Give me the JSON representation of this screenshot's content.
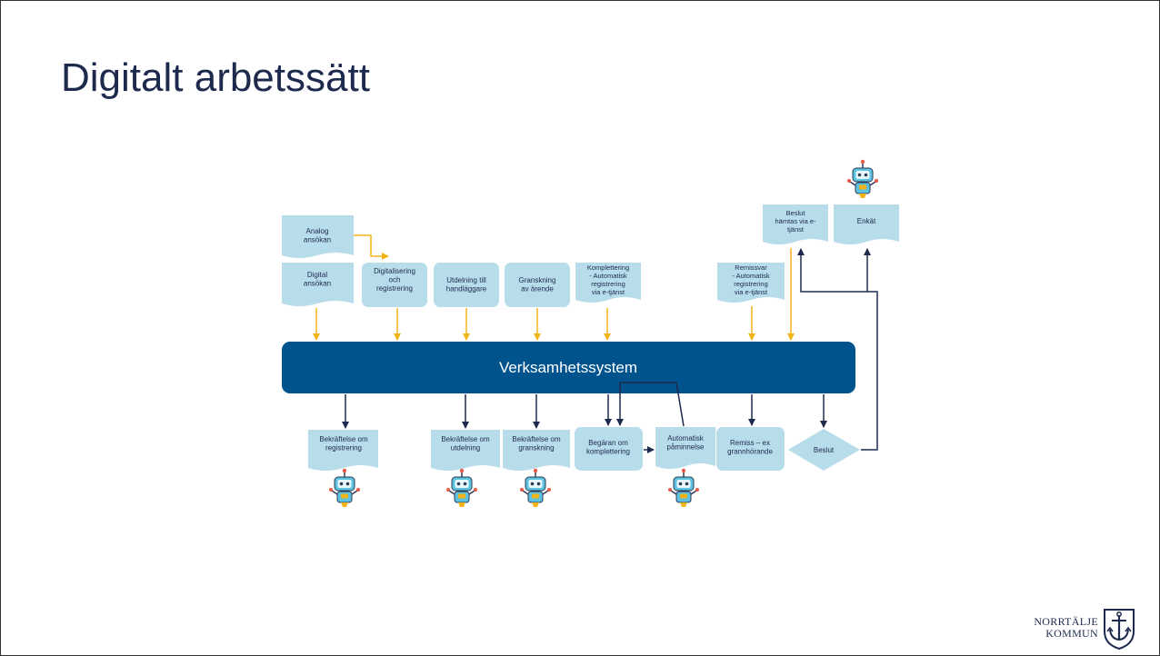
{
  "title": "Digitalt arbetssätt",
  "system_label": "Verksamhetssystem",
  "colors": {
    "title": "#1d2a4d",
    "system_bar": "#00538d",
    "box_fill": "#b7dcea",
    "input_arrow": "#f2b317",
    "output_arrow": "#1d2a4d",
    "robot_body": "#5bc3e0"
  },
  "inputs": {
    "analog": [
      "Analog",
      "ansökan"
    ],
    "digital": [
      "Digital",
      "ansökan"
    ],
    "digitalisering": [
      "Digitalisering",
      "och",
      "registrering"
    ],
    "utdelning": [
      "Utdelning till",
      "handläggare"
    ],
    "granskning": [
      "Granskning",
      "av ärende"
    ],
    "komplettering": [
      "Komplettering",
      "- Automatisk",
      "registrering",
      "via e-tjänst"
    ],
    "remissvar": [
      "Remissvar",
      "- Automatisk",
      "registrering",
      "via e-tjänst"
    ],
    "beslut_hamtas": [
      "Beslut",
      "hämtas via e-",
      "tjänst"
    ],
    "enkat": [
      "Enkät"
    ]
  },
  "outputs": {
    "bekr_registrering": [
      "Bekräftelse om",
      "registrering"
    ],
    "bekr_utdelning": [
      "Bekräftelse om",
      "utdelning"
    ],
    "bekr_granskning": [
      "Bekräftelse om",
      "granskning"
    ],
    "begaran": [
      "Begäran om",
      "komplettering"
    ],
    "paminnelse": [
      "Automatisk",
      "påminnelse"
    ],
    "remiss": [
      "Remiss – ex",
      "grannhörande"
    ],
    "beslut": [
      "Beslut"
    ]
  },
  "logo": {
    "line1": "NORRTÄLJE",
    "line2": "KOMMUN"
  }
}
